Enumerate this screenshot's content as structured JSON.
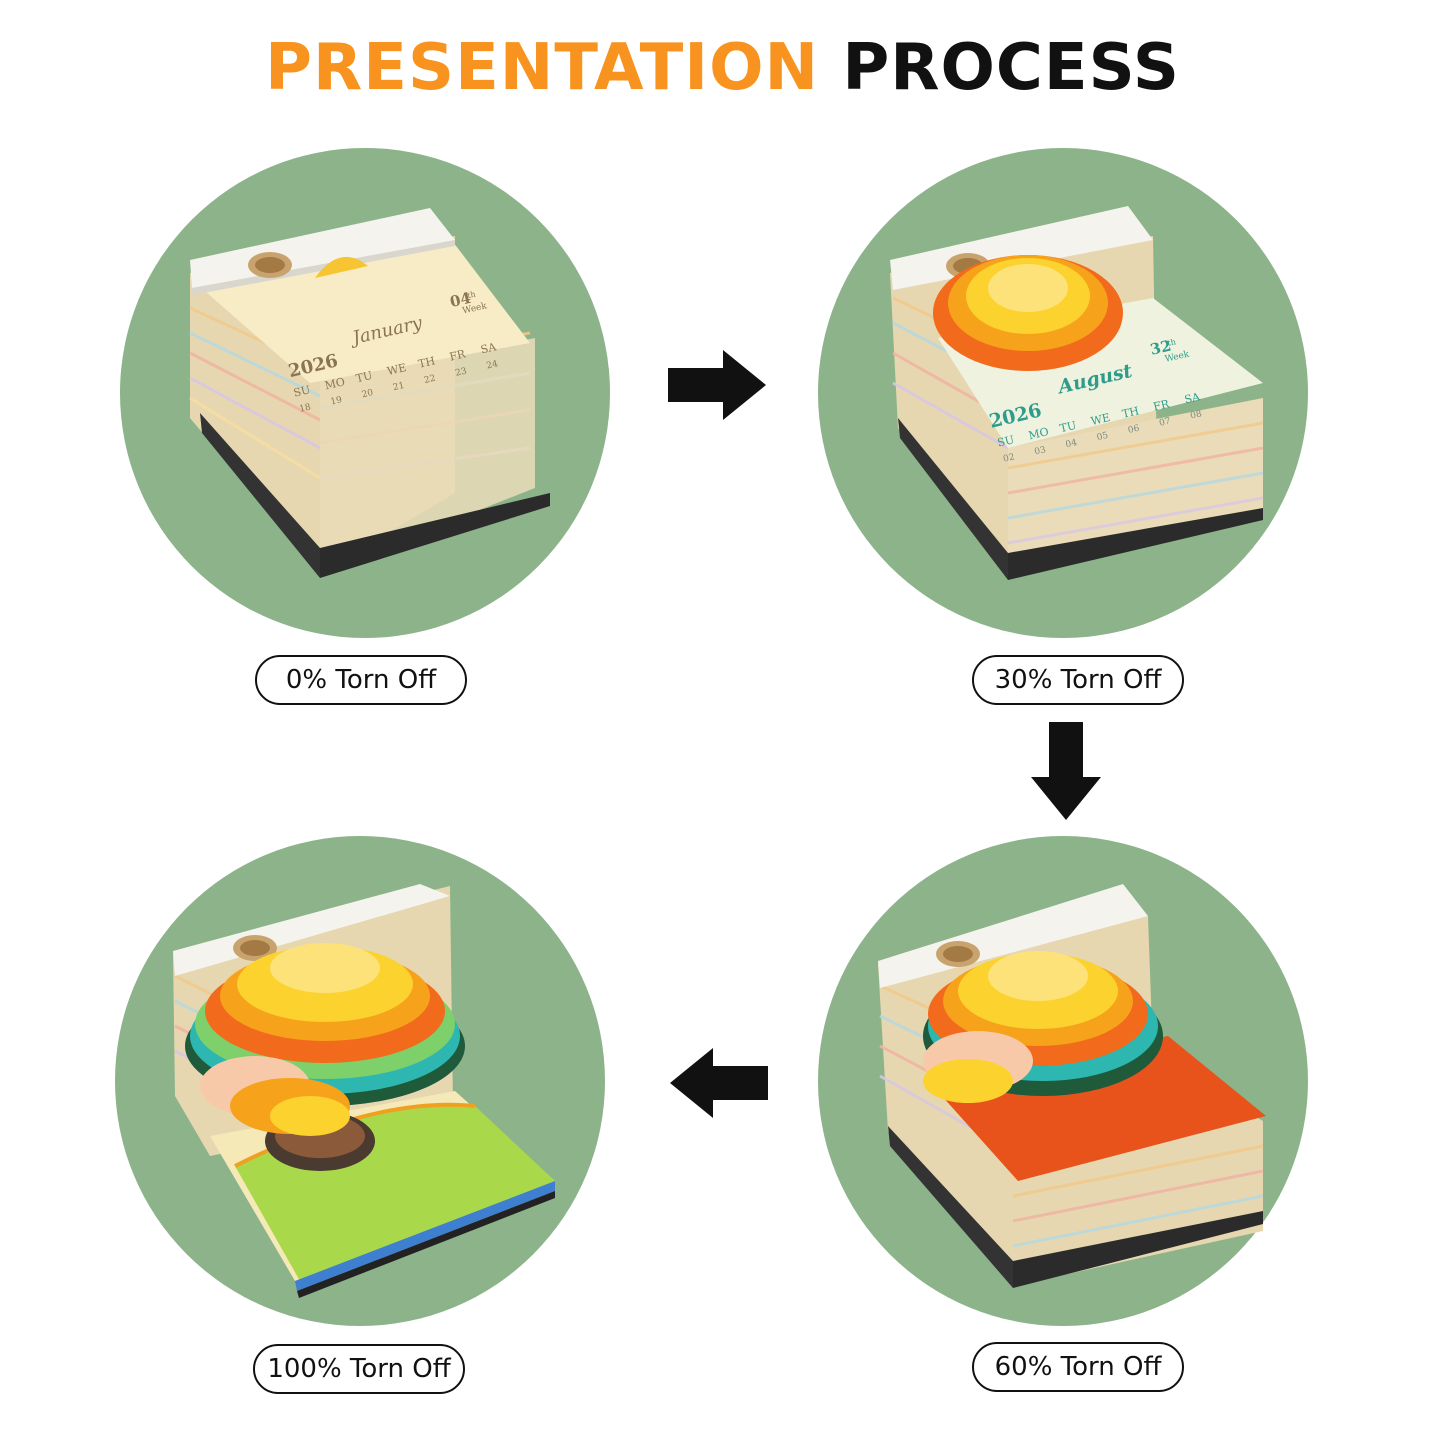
{
  "header": {
    "title_accent": "PRESENTATION",
    "title_main": "PROCESS"
  },
  "colors": {
    "accent": "#f7931e",
    "circle": "#8cb38a",
    "text": "#111111"
  },
  "stages": [
    {
      "label": "0% Torn Off",
      "calendar": {
        "year": "2026",
        "month": "January",
        "week_num": "04",
        "week_suffix": "th",
        "week_word": "Week",
        "days": [
          "SU",
          "MO",
          "TU",
          "WE",
          "TH",
          "FR",
          "SA"
        ],
        "dates": [
          "18",
          "19",
          "20",
          "21",
          "22",
          "23",
          "24"
        ]
      }
    },
    {
      "label": "30% Torn Off",
      "calendar": {
        "year": "2026",
        "month": "August",
        "week_num": "32",
        "week_suffix": "th",
        "week_word": "Week",
        "days": [
          "SU",
          "MO",
          "TU",
          "WE",
          "TH",
          "FR",
          "SA"
        ],
        "dates": [
          "02",
          "03",
          "04",
          "05",
          "06",
          "07",
          "08"
        ]
      }
    },
    {
      "label": "60% Torn Off"
    },
    {
      "label": "100% Torn Off"
    }
  ],
  "icons": {
    "arrow_1": "arrow-right-icon",
    "arrow_2": "arrow-down-icon",
    "arrow_3": "arrow-left-icon"
  }
}
